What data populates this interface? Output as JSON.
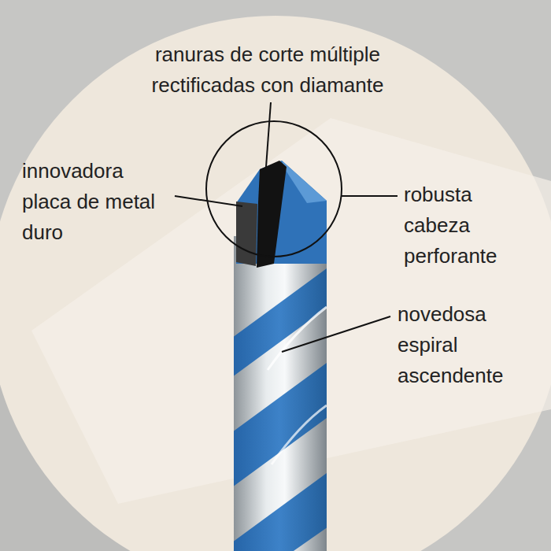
{
  "diagram": {
    "labels": [
      "ranuras de corte múltiple rectificadas con diamante",
      "innovadora placa de metal duro",
      "robusta cabeza perforante",
      "novedosa espiral ascendente"
    ]
  }
}
